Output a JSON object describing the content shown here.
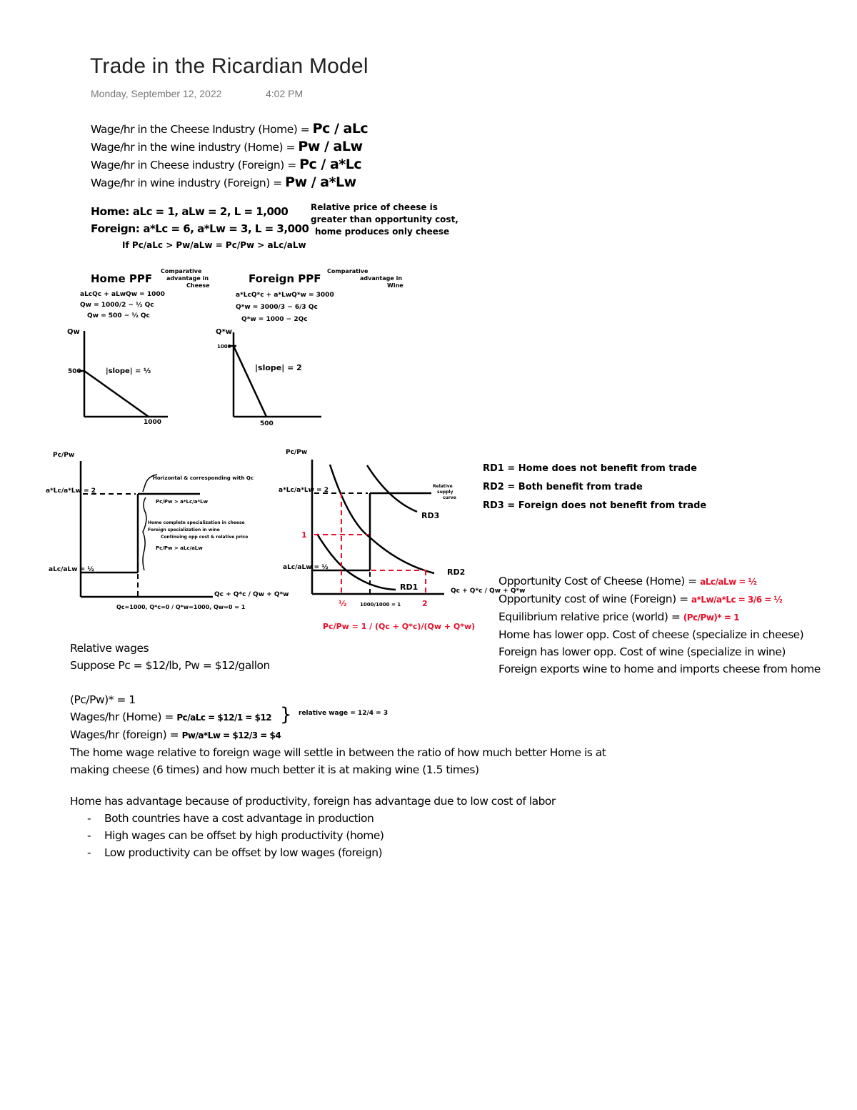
{
  "header": {
    "title": "Trade in the Ricardian Model",
    "date": "Monday, September 12, 2022",
    "time": "4:02 PM"
  },
  "wages": {
    "lines": [
      {
        "text": "Wage/hr in the Cheese Industry (Home) =",
        "formula": "Pc / aLc"
      },
      {
        "text": "Wage/hr in the wine industry (Home) =",
        "formula": "Pw / aLw"
      },
      {
        "text": "Wage/hr in Cheese industry (Foreign) =",
        "formula": "Pc / a*Lc"
      },
      {
        "text": "Wage/hr in wine industry (Foreign) =",
        "formula": "Pw / a*Lw"
      }
    ]
  },
  "parameters": {
    "home_label": "Home:",
    "home_values": "aLc = 1, aLw = 2, L = 1,000",
    "foreign_label": "Foreign:",
    "foreign_values": "a*Lc = 6, a*Lw = 3, L = 3,000",
    "condition": "If Pc/aLc > Pw/aLw = Pc/Pw > aLc/aLw",
    "note_lines": [
      "Relative price of cheese is",
      "greater than opportunity cost,",
      "home produces only cheese"
    ]
  },
  "home_ppf": {
    "title": "Home PPF",
    "note_lines": [
      "Comparative",
      "advantage in",
      "Cheese"
    ],
    "equations": [
      "aLcQc + aLwQw = 1000",
      "Qw = 1000/2 − ½ Qc",
      "Qw = 500 − ½ Qc"
    ],
    "y_label": "Qw",
    "y_intercept": "500",
    "x_intercept": "1000",
    "slope_label": "|slope| = ½"
  },
  "foreign_ppf": {
    "title": "Foreign PPF",
    "note_lines": [
      "Comparative",
      "advantage in",
      "Wine"
    ],
    "equations": [
      "a*LcQ*c + a*LwQ*w = 3000",
      "Q*w = 3000/3 − 6/3 Qc",
      "Q*w = 1000 − 2Qc"
    ],
    "y_label": "Q*w",
    "y_intercept": "1000",
    "x_intercept": "500",
    "slope_label": "|slope| = 2"
  },
  "supply_chart": {
    "y_label": "Pc/Pw",
    "upper_label": "a*Lc/a*Lw = 2",
    "lower_label": "aLc/aLw = ½",
    "x_label": "Qc + Q*c / Qw + Q*w",
    "x_tick": "Qc=1000, Q*c=0 / Q*w=1000, Qw=0 = 1",
    "annotations": [
      "Horizontal & corresponding with Qc",
      "Pc/Pw > a*Lc/a*Lw",
      "Home complete specialization in cheese",
      "Foreign specialization in wine",
      "Continuing opp cost & relative price",
      "Pc/Pw > aLc/aLw"
    ]
  },
  "equilibrium_chart": {
    "y_label": "Pc/Pw",
    "upper_label": "a*Lc/a*Lw = 2",
    "mid_label": "1",
    "lower_label": "aLc/aLw = ½",
    "x_label": "Qc + Q*c / Qw + Q*w",
    "x_ticks": [
      "½",
      "1000/1000 = 1",
      "2"
    ],
    "curves": [
      "RD1",
      "RD2",
      "RD3"
    ],
    "supply_label": [
      "Relative",
      "supply",
      "curve"
    ],
    "formula_red": "Pc/Pw = 1 / (Qc + Q*c)/(Qw + Q*w)"
  },
  "rd_notes": [
    "RD1 = Home does not benefit from trade",
    "RD2 = Both benefit from trade",
    "RD3 = Foreign does not benefit from trade"
  ],
  "opportunity": {
    "lines": [
      {
        "text": "Opportunity Cost of Cheese (Home) =",
        "formula": "aLc/aLw = ½"
      },
      {
        "text": "Opportunity cost of wine (Foreign) =",
        "formula": "a*Lw/a*Lc = 3/6 = ½"
      },
      {
        "text": "Equilibrium relative price (world) =",
        "formula": "(Pc/Pw)* = 1"
      },
      {
        "text": "Home has lower opp. Cost of cheese (specialize in cheese)",
        "formula": ""
      },
      {
        "text": "Foreign has lower opp. Cost of wine (specialize in wine)",
        "formula": ""
      },
      {
        "text": "Foreign exports wine to home and imports cheese from home",
        "formula": ""
      }
    ]
  },
  "relative_wages": {
    "heading": "Relative wages",
    "suppose": "Suppose Pc = $12/lb, Pw = $12/gallon",
    "eq_price": "(Pc/Pw)* = 1",
    "home_label": "Wages/hr (Home) =",
    "home_formula": "Pc/aLc = $12/1 = $12",
    "foreign_label": "Wages/hr (foreign) =",
    "foreign_formula": "Pw/a*Lw = $12/3 = $4",
    "relative_note": "relative wage = 12/4 = 3",
    "paragraph_1": "The home wage relative to foreign wage will settle in between the ratio of how much better Home is at",
    "paragraph_2": "making cheese (6 times) and how much better it is at making wine (1.5 times)"
  },
  "advantage": {
    "heading": "Home has advantage because of productivity, foreign has advantage due to low cost of labor",
    "bullets": [
      "Both countries have a cost advantage in production",
      "High wages can be offset by high productivity (home)",
      "Low productivity can be offset by low wages (foreign)"
    ]
  },
  "colors": {
    "ink": "#000000",
    "annotation_red": "#e8102a",
    "meta_gray": "#777777"
  }
}
